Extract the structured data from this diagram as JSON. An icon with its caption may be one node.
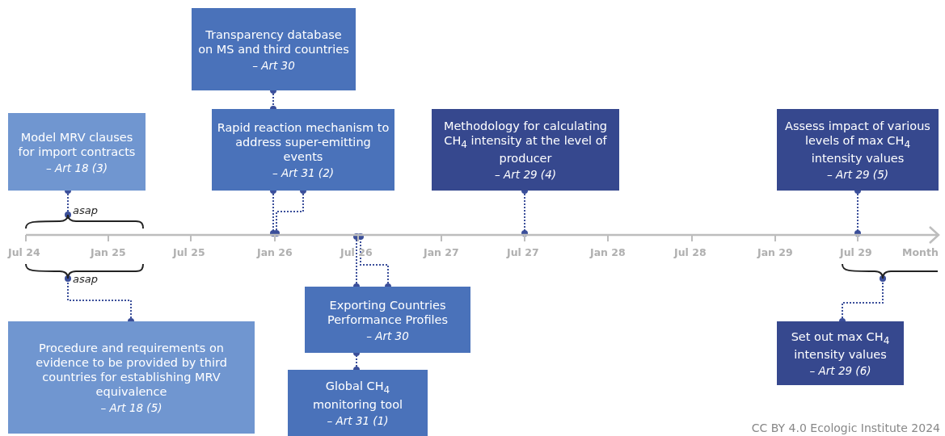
{
  "diagram": {
    "caption": "CC BY 4.0 Ecologic Institute 2024",
    "nodes": [
      {
        "text": [
          "Transparency database on MS and third countries",
          "– Art 30"
        ]
      },
      {
        "text": [
          "Model MRV clauses for import contracts",
          "– Art 18 (3)"
        ]
      },
      {
        "text": [
          "Rapid reaction mechanism to address super-emitting events",
          "– Art 31 (2)"
        ]
      },
      {
        "text": [
          "Methodology for calculating CH$_{4}$ intensity at the level of producer",
          "– Art 29 (4)"
        ]
      },
      {
        "text": [
          "Assess impact of various levels of max CH$_{4}$ intensity values",
          "– Art 29 (5)"
        ]
      },
      {
        "text": [
          "Exporting Countries Performance Profiles",
          "– Art 30"
        ]
      },
      {
        "text": [
          "Procedure and requirements on evidence to be provided by third countries for establishing MRV equivalence",
          "– Art 18 (5)"
        ]
      },
      {
        "text": [
          "Global CH$_{4}$ monitoring tool",
          "– Art 31 (1)"
        ]
      },
      {
        "text": [
          "Set out max CH$_{4}$ intensity values",
          "– Art 29 (6)"
        ]
      },
      {
        "text": [],
        "shape": "bracket"
      },
      {
        "text": [],
        "shape": "arrow",
        "beside": [
          "Jul 24",
          "Jan 25",
          "Jul 25",
          "Jan 26",
          "Jul 26",
          "Jan 27",
          "Jul 27",
          "Jan 28",
          "Jul 28",
          "Jan 29",
          "Jul 29",
          "Month"
        ]
      },
      {
        "text": [],
        "shape": "bracket"
      },
      {
        "text": [],
        "shape": "bracket"
      }
    ],
    "edges": [
      {
        "from": 0,
        "to": 2,
        "arrow": "other"
      },
      {
        "from": 2,
        "to": 10,
        "arrow": "other"
      },
      {
        "from": 2,
        "to": 10,
        "arrow": "other"
      },
      {
        "from": 1,
        "to": 9,
        "arrow": "other"
      },
      {
        "from": 3,
        "to": 10,
        "arrow": "other"
      },
      {
        "from": 4,
        "to": 10,
        "arrow": "other"
      },
      {
        "from": 5,
        "to": 10,
        "arrow": "other"
      },
      {
        "from": 5,
        "to": 10,
        "arrow": "other"
      },
      {
        "from": 7,
        "to": 5,
        "arrow": "other"
      },
      {
        "from": 6,
        "to": 11,
        "arrow": "other"
      },
      {
        "from": 8,
        "to": 12,
        "arrow": "other"
      }
    ],
    "labels": [
      "asap",
      "asap"
    ]
  }
}
